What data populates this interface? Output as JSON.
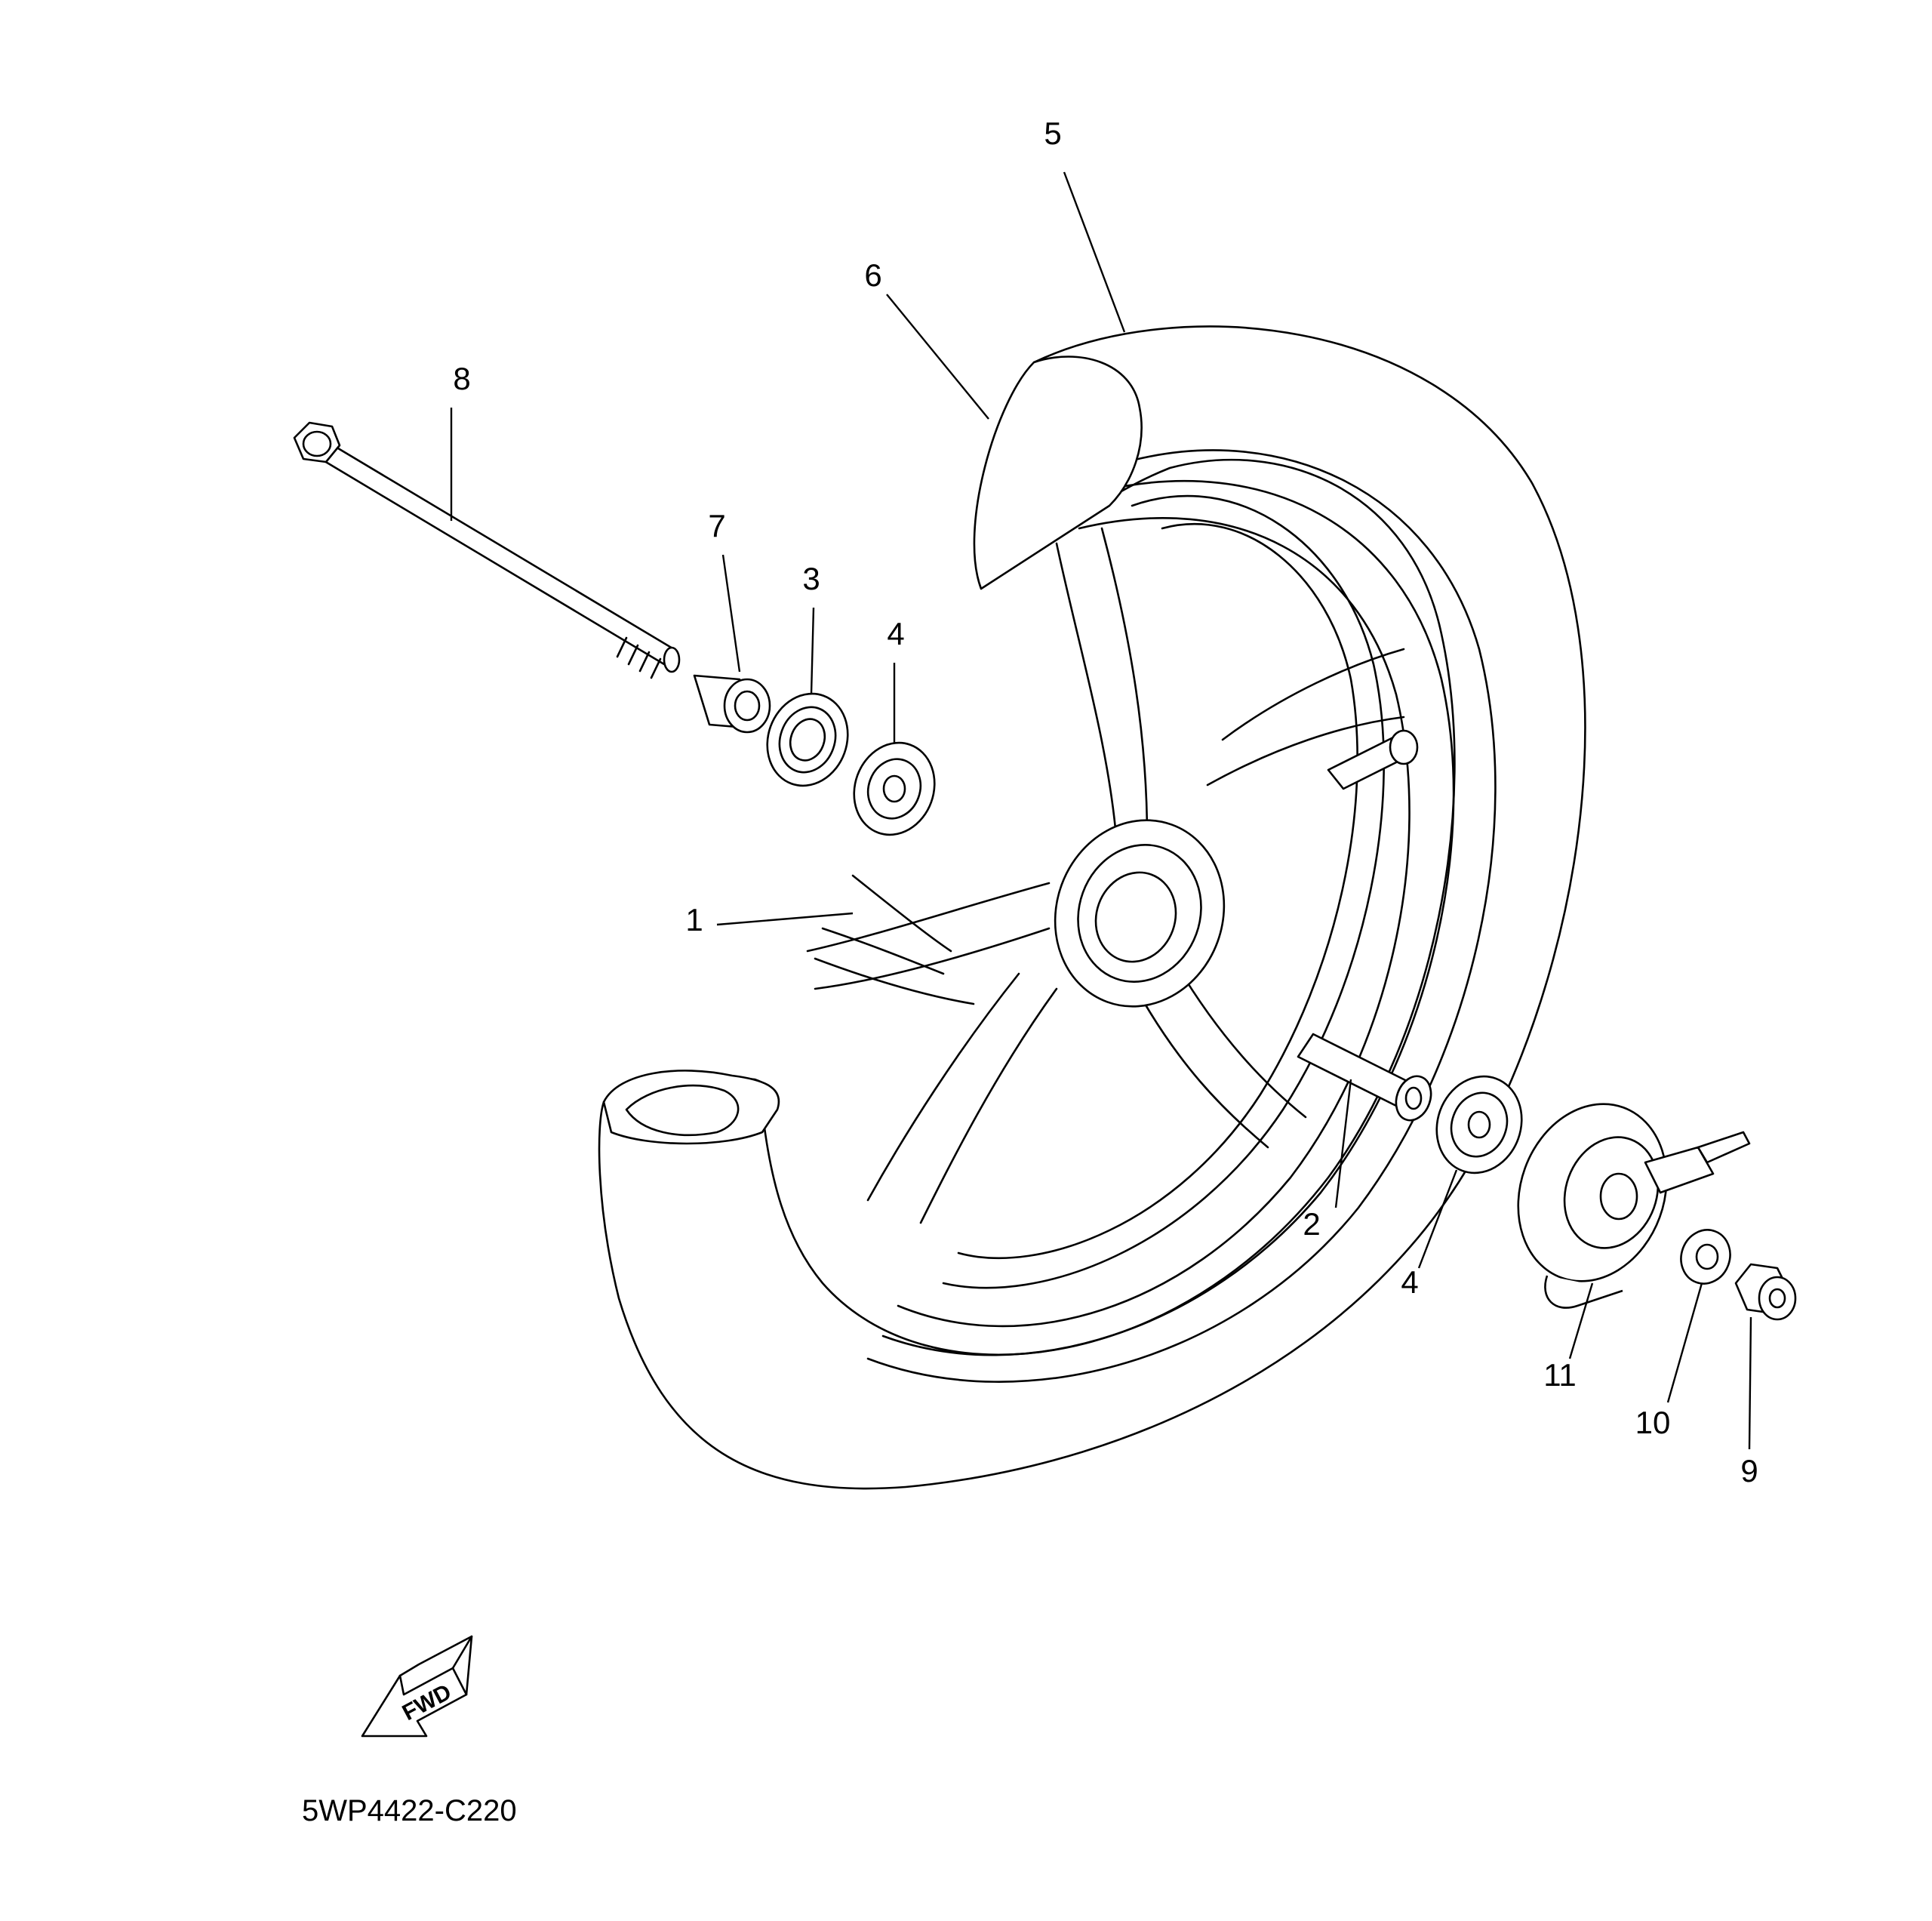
{
  "diagram": {
    "type": "exploded parts diagram",
    "subject": "front wheel assembly",
    "callouts": [
      {
        "id": "part-1",
        "label": "1"
      },
      {
        "id": "part-2",
        "label": "2"
      },
      {
        "id": "part-3",
        "label": "3"
      },
      {
        "id": "part-4a",
        "label": "4"
      },
      {
        "id": "part-4b",
        "label": "4"
      },
      {
        "id": "part-5",
        "label": "5"
      },
      {
        "id": "part-6",
        "label": "6"
      },
      {
        "id": "part-7",
        "label": "7"
      },
      {
        "id": "part-8",
        "label": "8"
      },
      {
        "id": "part-9",
        "label": "9"
      },
      {
        "id": "part-10",
        "label": "10"
      },
      {
        "id": "part-11",
        "label": "11"
      }
    ],
    "direction_marker": {
      "text": "FWD",
      "icon": "arrow-left-down-icon"
    },
    "diagram_code": "5WP4422-C220"
  },
  "colors": {
    "line": "#000000",
    "background": "#ffffff"
  }
}
